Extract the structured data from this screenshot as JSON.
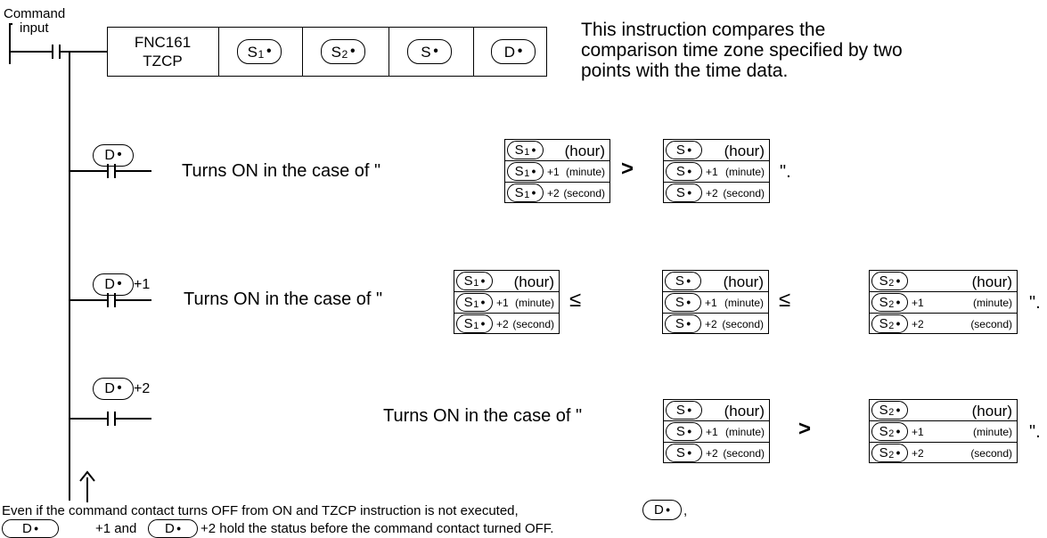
{
  "ladder": {
    "command_label_1": "Command",
    "command_label_2": "input",
    "instruction_code": "FNC161",
    "instruction_name": "TZCP",
    "operands": [
      {
        "base": "S",
        "sub": "1"
      },
      {
        "base": "S",
        "sub": "2"
      },
      {
        "base": "S",
        "sub": ""
      },
      {
        "base": "D",
        "sub": ""
      }
    ]
  },
  "description": [
    "This instruction compares the",
    "comparison time zone specified by two",
    "points with the time data."
  ],
  "rows": [
    {
      "output": "D",
      "output_suffix": "",
      "lead_text": "Turns ON in the case of \"",
      "comparisons": [
        ">"
      ],
      "boxes": [
        {
          "operand": "S",
          "sub": "1"
        },
        {
          "operand": "S",
          "sub": ""
        }
      ],
      "end_text": "\"."
    },
    {
      "output": "D",
      "output_suffix": "+1",
      "lead_text": "Turns ON in the case of \"",
      "comparisons": [
        "≤",
        "≤"
      ],
      "boxes": [
        {
          "operand": "S",
          "sub": "1"
        },
        {
          "operand": "S",
          "sub": ""
        },
        {
          "operand": "S",
          "sub": "2"
        }
      ],
      "end_text": "\"."
    },
    {
      "output": "D",
      "output_suffix": "+2",
      "lead_text": "Turns ON in the case of \"",
      "comparisons": [
        ">"
      ],
      "boxes": [
        {
          "operand": "S",
          "sub": ""
        },
        {
          "operand": "S",
          "sub": "2"
        }
      ],
      "end_text": "\"."
    }
  ],
  "box_rows": [
    {
      "suffix": "",
      "unit": "(hour)"
    },
    {
      "suffix": "+1",
      "unit": "(minute)"
    },
    {
      "suffix": "+2",
      "unit": "(second)"
    }
  ],
  "footnote": {
    "line1": "Even if the command contact turns OFF from ON and TZCP instruction is not executed,",
    "line1_end": ",",
    "line2_mid": "+1 and",
    "line2_end": "+2 hold the status before the command contact turned OFF."
  }
}
